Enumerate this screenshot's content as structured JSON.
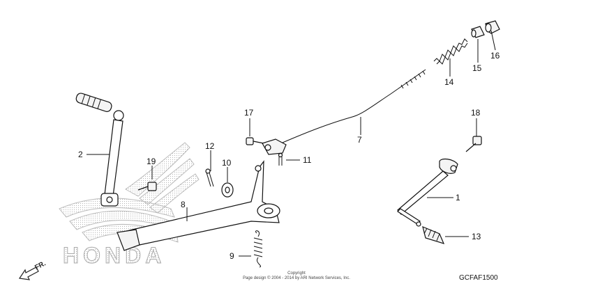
{
  "callouts": [
    {
      "id": "1",
      "label": "1"
    },
    {
      "id": "2",
      "label": "2"
    },
    {
      "id": "7",
      "label": "7"
    },
    {
      "id": "8",
      "label": "8"
    },
    {
      "id": "9",
      "label": "9"
    },
    {
      "id": "10",
      "label": "10"
    },
    {
      "id": "11",
      "label": "11"
    },
    {
      "id": "12",
      "label": "12"
    },
    {
      "id": "13",
      "label": "13"
    },
    {
      "id": "14",
      "label": "14"
    },
    {
      "id": "15",
      "label": "15"
    },
    {
      "id": "16",
      "label": "16"
    },
    {
      "id": "17",
      "label": "17"
    },
    {
      "id": "18",
      "label": "18"
    },
    {
      "id": "19",
      "label": "19"
    }
  ],
  "watermark": {
    "brand": "HONDA"
  },
  "direction": {
    "label": "FR."
  },
  "copyright": {
    "line1": "Copyright",
    "line2": "Page design © 2004 - 2014 by ARI Network Services, Inc."
  },
  "diagram_code": "GCFAF1500"
}
